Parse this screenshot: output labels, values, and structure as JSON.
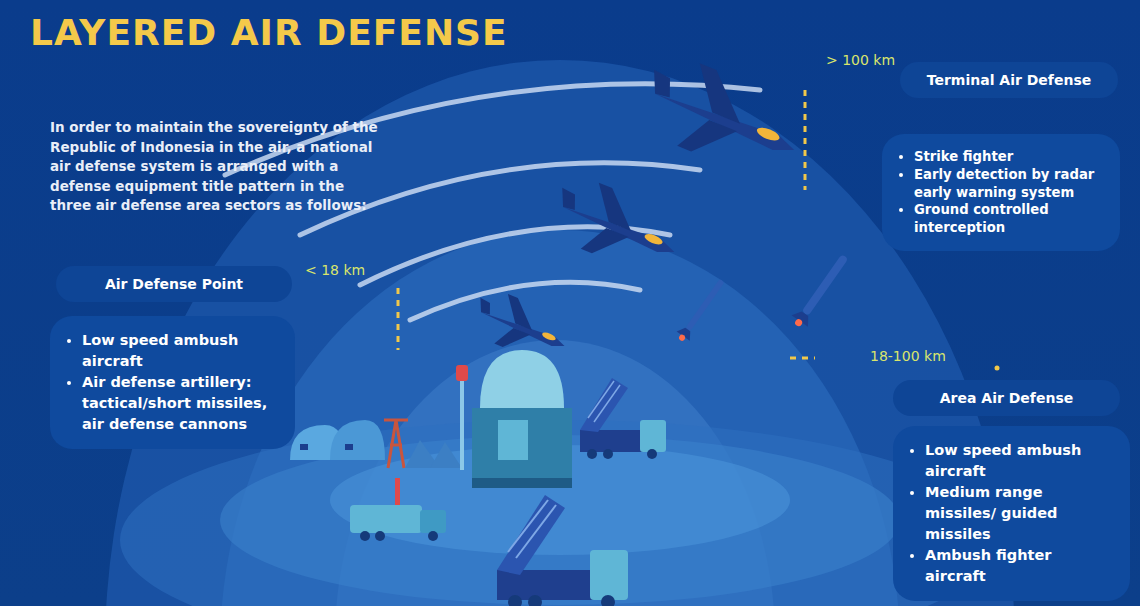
{
  "diagram": {
    "title": "LAYERED AIR DEFENSE",
    "nodes": [
      {
        "text": [
          "Air Defense Point",
          "Low speed ambush aircraft",
          "Air defense artillery: tactical/short missiles, air defense cannons"
        ]
      },
      {
        "text": [
          "Terminal Air Defense",
          "Strike fighter",
          "Early detection by radar early warning system",
          "Ground controlled interception"
        ]
      },
      {
        "text": [
          "Area Air Defense",
          "Low speed ambush aircraft",
          "Medium range missiles/ guided missiles",
          "Ambush fighter aircraft"
        ]
      }
    ],
    "labels": [
      "In order to maintain the sovereignty of the Republic of Indonesia in the air, a national air defense system is arranged with a defense equipment title pattern in the three air defense area sectors as follows:",
      "< 18 km",
      "> 100 km",
      "18-100 km"
    ]
  }
}
